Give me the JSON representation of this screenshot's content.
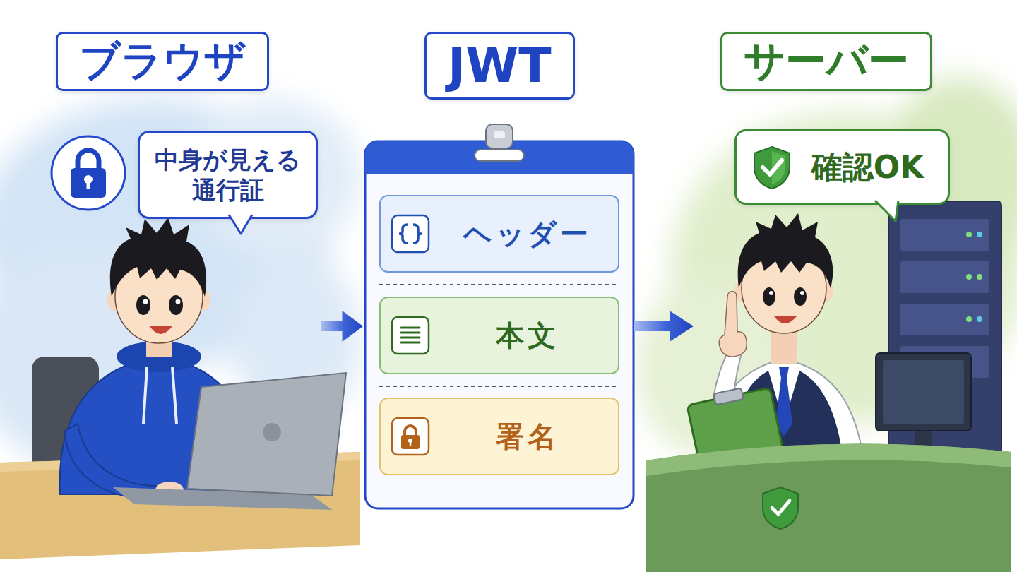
{
  "diagram": {
    "nodes": [
      {
        "text": [
          "ブラウザ"
        ]
      },
      {
        "text": [
          "中身が見える 通行証"
        ],
        "in": 0
      },
      {
        "text": [
          "JWT"
        ]
      },
      {
        "text": [
          "ヘッダー"
        ],
        "in": 2
      },
      {
        "text": [
          "本文"
        ],
        "in": 2
      },
      {
        "text": [
          "署名"
        ],
        "in": 2
      },
      {
        "text": [
          "サーバー"
        ]
      },
      {
        "text": [
          "確認OK"
        ],
        "in": 6
      }
    ],
    "edges": [
      {
        "from": 0,
        "to": 2,
        "arrow": "to"
      },
      {
        "from": 2,
        "to": 6,
        "arrow": "to"
      }
    ]
  }
}
